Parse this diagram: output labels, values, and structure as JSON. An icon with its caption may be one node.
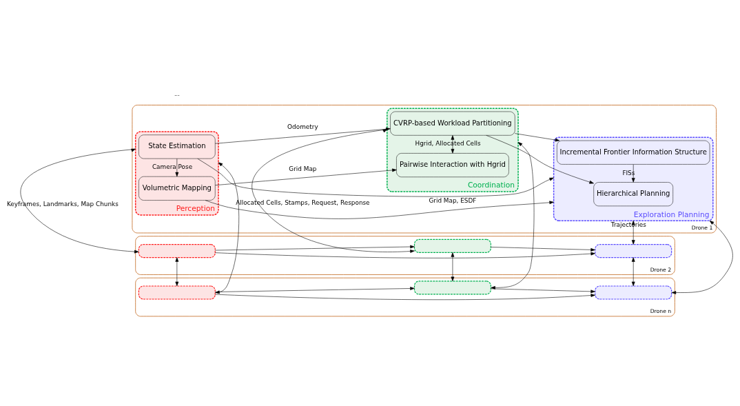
{
  "diagram": {
    "nodes": [
      {
        "text": [
          "Drone 1"
        ]
      },
      {
        "text": [
          "Perception"
        ],
        "in": 0
      },
      {
        "text": [
          "Volumetric Mapping"
        ],
        "in": 1
      },
      {
        "text": [
          "State Estimation"
        ],
        "in": 1
      },
      {
        "text": [
          "Coordination"
        ],
        "in": 0
      },
      {
        "text": [
          "Pairwise Interaction with Hgrid"
        ],
        "in": 4
      },
      {
        "text": [
          "CVRP-based Workload Partitioning"
        ],
        "in": 4
      },
      {
        "text": [
          "Exploration Planning"
        ],
        "in": 0
      },
      {
        "text": [
          "Incremental Frontier Information Structure"
        ],
        "in": 7
      },
      {
        "text": [
          "Hierarchical Planning"
        ],
        "in": 7
      },
      {
        "text": [
          "Drone 2"
        ]
      },
      {
        "text": [],
        "shape": "box",
        "in": 10
      },
      {
        "text": [],
        "shape": "box",
        "in": 10
      },
      {
        "text": [],
        "shape": "box",
        "in": 10
      },
      {
        "text": [
          "Drone n"
        ]
      },
      {
        "text": [],
        "shape": "box",
        "in": 14
      },
      {
        "text": [],
        "shape": "box",
        "in": 14
      },
      {
        "text": [],
        "shape": "box",
        "in": 14
      }
    ],
    "edges": [
      {
        "from": 3,
        "to": 2,
        "arrow": "to",
        "label": "Camera Pose"
      },
      {
        "from": 2,
        "to": 5,
        "arrow": "to",
        "label": "Grid Map"
      },
      {
        "from": 2,
        "to": 7,
        "arrow": "to",
        "label": "Grid Map, ESDF"
      },
      {
        "from": 3,
        "to": 6,
        "arrow": "to",
        "label": "Odometry"
      },
      {
        "from": 3,
        "to": 7,
        "arrow": "to"
      },
      {
        "from": 5,
        "to": 6,
        "arrow": "both",
        "label": "Hgrid, Allocated Cells"
      },
      {
        "from": 6,
        "to": 8,
        "arrow": "to"
      },
      {
        "from": 6,
        "to": 9,
        "arrow": "to"
      },
      {
        "from": 8,
        "to": 9,
        "arrow": "to",
        "label": "FISs"
      },
      {
        "from": 1,
        "to": 11,
        "arrow": "both",
        "label": "Keyframes, Landmarks, Map Chunks"
      },
      {
        "from": 1,
        "to": 15,
        "arrow": "both"
      },
      {
        "from": 11,
        "to": 15,
        "arrow": "both"
      },
      {
        "from": 4,
        "to": 12,
        "arrow": "both",
        "label": "Allocated Cells, Stamps, Request, Response"
      },
      {
        "from": 4,
        "to": 16,
        "arrow": "both"
      },
      {
        "from": 12,
        "to": 16,
        "arrow": "both"
      },
      {
        "from": 7,
        "to": 13,
        "arrow": "both",
        "label": "Trajectories"
      },
      {
        "from": 7,
        "to": 17,
        "arrow": "both"
      },
      {
        "from": 13,
        "to": 17,
        "arrow": "both"
      },
      {
        "from": 11,
        "to": 12,
        "arrow": "to"
      },
      {
        "from": 11,
        "to": 13,
        "arrow": "to"
      },
      {
        "from": 12,
        "to": 13,
        "arrow": "to"
      },
      {
        "from": 15,
        "to": 16,
        "arrow": "to"
      },
      {
        "from": 15,
        "to": 17,
        "arrow": "to"
      },
      {
        "from": 16,
        "to": 17,
        "arrow": "to"
      }
    ],
    "labels": [
      "..."
    ]
  }
}
